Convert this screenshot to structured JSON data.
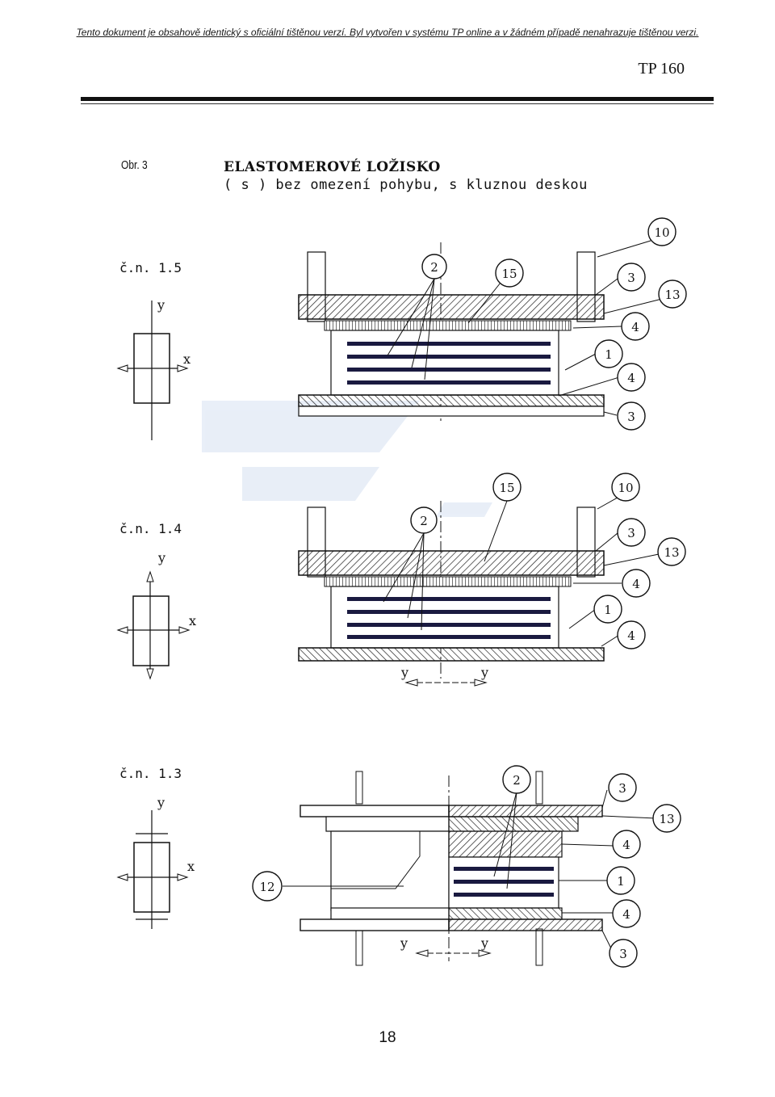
{
  "header": {
    "notice": "Tento dokument je obsahově identický s oficiální tištěnou verzí. Byl vytvořen v systému TP online a v žádném případě nenahrazuje tištěnou verzi.",
    "doc_id": "TP 160"
  },
  "figure": {
    "label": "Obr. 3",
    "title_line1": "ELASTOMEROVÉ LOŽISKO",
    "title_line2": "( s ) bez omezení pohybu, s kluznou deskou"
  },
  "variants": [
    {
      "label": "č.n. 1.5",
      "axes": {
        "y": "y",
        "x": "x"
      },
      "callouts": [
        "2",
        "15",
        "10",
        "3",
        "13",
        "4",
        "1",
        "4",
        "3"
      ]
    },
    {
      "label": "č.n. 1.4",
      "axes": {
        "y": "y",
        "x": "x"
      },
      "callouts": [
        "15",
        "10",
        "2",
        "3",
        "13",
        "4",
        "1",
        "4"
      ],
      "movement": {
        "left": "y",
        "right": "y"
      }
    },
    {
      "label": "č.n. 1.3",
      "axes": {
        "y": "y",
        "x": "x"
      },
      "callouts": [
        "2",
        "3",
        "13",
        "4",
        "12",
        "1",
        "4",
        "3"
      ],
      "movement": {
        "left": "y",
        "right": "y"
      }
    }
  ],
  "footer": {
    "page_number": "18"
  }
}
